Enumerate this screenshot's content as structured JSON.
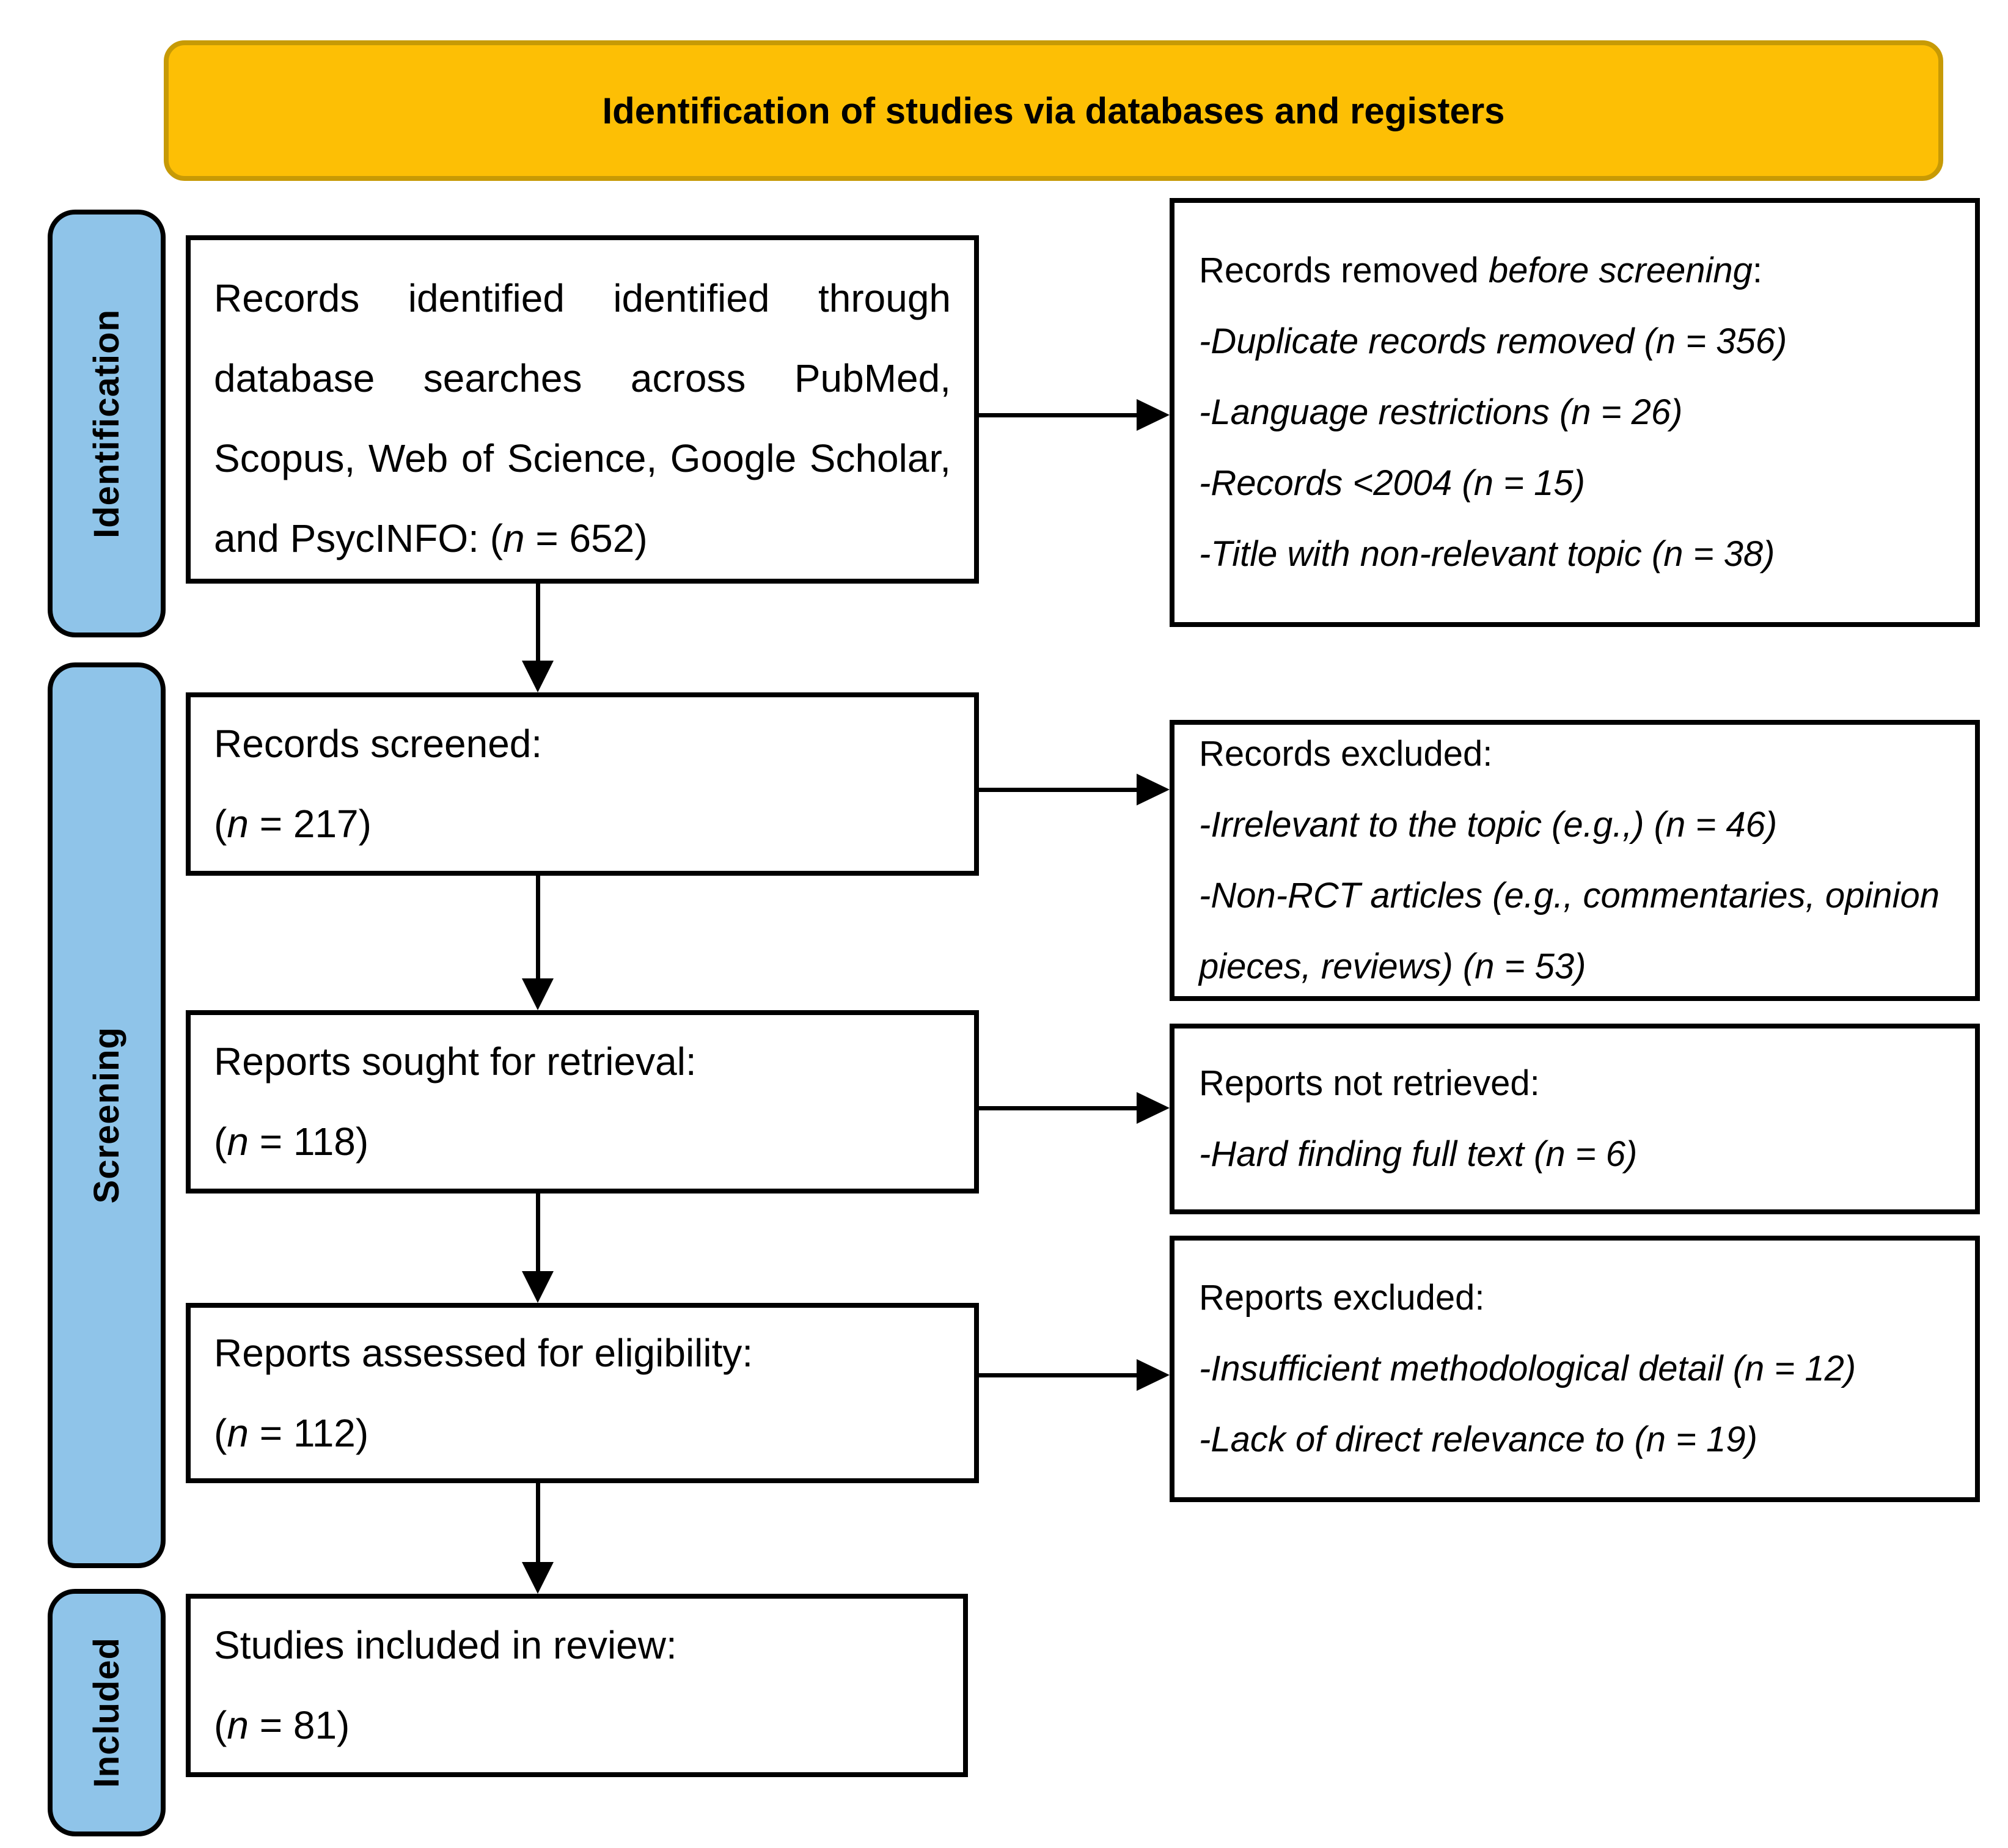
{
  "banner": {
    "title": "Identification of studies via databases and registers"
  },
  "side_labels": [
    {
      "id": "identification",
      "label": "Identification"
    },
    {
      "id": "screening",
      "label": "Screening"
    },
    {
      "id": "included",
      "label": "Included"
    }
  ],
  "left_boxes": [
    {
      "id": "records-identified",
      "text": "Records identified identified through database searches across PubMed, Scopus, Web of Science, Google Scholar, and PsycINFO:",
      "n_open": " (",
      "n_symbol": "n",
      "n_rest": " = 652)"
    },
    {
      "id": "records-screened",
      "title": "Records screened:",
      "n_open": "(",
      "n_symbol": "n",
      "n_rest": " = 217)"
    },
    {
      "id": "reports-sought-for-retrieval",
      "title": "Reports sought for retrieval:",
      "n_open": "(",
      "n_symbol": "n",
      "n_rest": " = 118)"
    },
    {
      "id": "reports-assessed-for-eligibility",
      "title": "Reports assessed for eligibility:",
      "n_open": "(",
      "n_symbol": "n",
      "n_rest": " = 112)"
    },
    {
      "id": "studies-included-in-review",
      "title": "Studies included in review:",
      "n_open": "(",
      "n_symbol": "n",
      "n_rest": " = 81)"
    }
  ],
  "right_boxes": [
    {
      "id": "records-removed-before-screening",
      "title_prefix": "Records removed ",
      "title_italic": "before screening",
      "title_suffix": ":",
      "items": [
        "-Duplicate records removed (n = 356)",
        "-Language restrictions (n = 26)",
        "-Records <2004 (n = 15)",
        "-Title with non-relevant topic (n = 38)"
      ]
    },
    {
      "id": "records-excluded",
      "title": "Records excluded:",
      "items": [
        "-Irrelevant to the topic (e.g.,) (n = 46)",
        "-Non-RCT articles (e.g., commentaries, opinion pieces, reviews) (n = 53)"
      ]
    },
    {
      "id": "reports-not-retrieved",
      "title": "Reports not retrieved:",
      "items": [
        "-Hard finding full text (n = 6)"
      ]
    },
    {
      "id": "reports-excluded",
      "title": "Reports excluded:",
      "items": [
        "-Insufficient methodological detail (n = 12)",
        "-Lack of direct relevance to (n = 19)"
      ]
    }
  ],
  "colors": {
    "banner_bg": "#FDBF05",
    "banner_border": "#C79A05",
    "stage_bg": "#8FC4E9",
    "box_border": "#000000",
    "arrow": "#000000",
    "text": "#000000"
  }
}
